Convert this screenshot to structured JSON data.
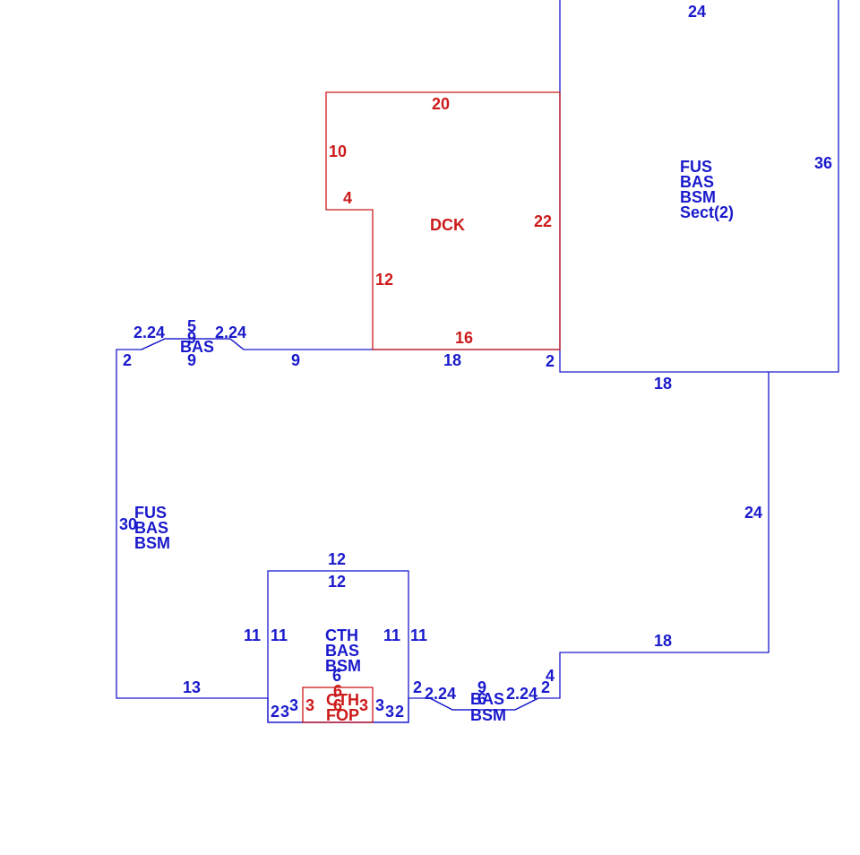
{
  "colors": {
    "main": "#1a1acc",
    "deck": "#cc1a1a"
  },
  "areas": {
    "upper_right": {
      "codes": [
        "FUS",
        "BAS",
        "BSM",
        "Sect(2)"
      ]
    },
    "main": {
      "codes": [
        "FUS",
        "BAS",
        "BSM"
      ]
    },
    "deck": {
      "code": "DCK"
    },
    "top_bay": {
      "code": "BAS"
    },
    "bottom_bay": {
      "codes": [
        "BAS",
        "BSM"
      ]
    },
    "center_box": {
      "codes": [
        "CTH",
        "BAS",
        "BSM"
      ]
    },
    "porch": {
      "codes": [
        "CTH",
        "FOP"
      ]
    }
  },
  "dimensions": {
    "ur_top": "24",
    "ur_right": "36",
    "ur_bottom": "18",
    "ur_left_small": "2",
    "deck_top": "20",
    "deck_left": "10",
    "deck_step": "4",
    "deck_inner": "12",
    "deck_right": "22",
    "deck_bottom": "16",
    "main_top_left": "2",
    "main_top_mid": "9",
    "main_top_right": "18",
    "bay_top_left": "2.24",
    "bay_top_mid": "5",
    "bay_top_mid2": "9",
    "bay_top_right": "2.24",
    "bay_top_bottom": "9",
    "main_left": "30",
    "main_right": "24",
    "main_bottom_right": "18",
    "main_bottom_left": "13",
    "main_step": "4",
    "box_top_out": "12",
    "box_top_in": "12",
    "box_left_out": "11",
    "box_left_in": "11",
    "box_right_in": "11",
    "box_right_out": "11",
    "box_bottom_left1": "2",
    "box_bottom_left2": "3",
    "box_bottom_right1": "3",
    "box_bottom_right2": "2",
    "box_bottom_mid": "6",
    "porch_left": "3",
    "porch_right": "3",
    "porch_mid_a": "6",
    "porch_mid_b": "6",
    "bay_bot_left_small": "2",
    "bay_bot_left": "2.24",
    "bay_bot_mid": "9",
    "bay_bot_mid2": "6",
    "bay_bot_right": "2.24",
    "bay_bot_right_small": "2"
  }
}
